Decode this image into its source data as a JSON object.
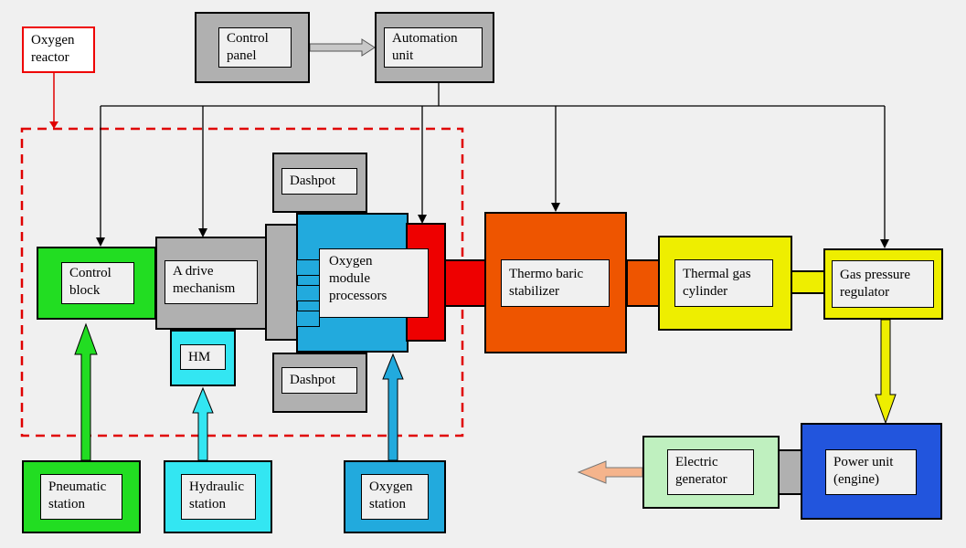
{
  "labels": {
    "oxygen_reactor": "Oxygen\nreactor",
    "control_panel": "Control\npanel",
    "automation_unit": "Automation\nunit",
    "control_block": "Control\nblock",
    "drive_mechanism": "A drive\nmechanism",
    "hm": "HM",
    "dashpot_top": "Dashpot",
    "dashpot_bottom": "Dashpot",
    "oxygen_module": "Oxygen\nmodule\nprocessors",
    "thermo_baric": "Thermo baric\nstabilizer",
    "thermal_gas": "Thermal gas\ncylinder",
    "gas_pressure": "Gas pressure\nregulator",
    "pneumatic_station": "Pneumatic\nstation",
    "hydraulic_station": "Hydraulic\nstation",
    "oxygen_station": "Oxygen\nstation",
    "electric_generator": "Electric\ngenerator",
    "power_unit": "Power unit\n(engine)"
  },
  "colors": {
    "green": "#22dd22",
    "gray": "#b0b0b0",
    "cyan": "#33e6f2",
    "blue": "#22aadd",
    "red": "#ee0000",
    "orange": "#ee5500",
    "yellow": "#eeee00",
    "light_green": "#bff0bf",
    "dark_blue": "#2255dd",
    "reactor_dash": "#e00000",
    "output_arrow": "#f5b48c"
  }
}
